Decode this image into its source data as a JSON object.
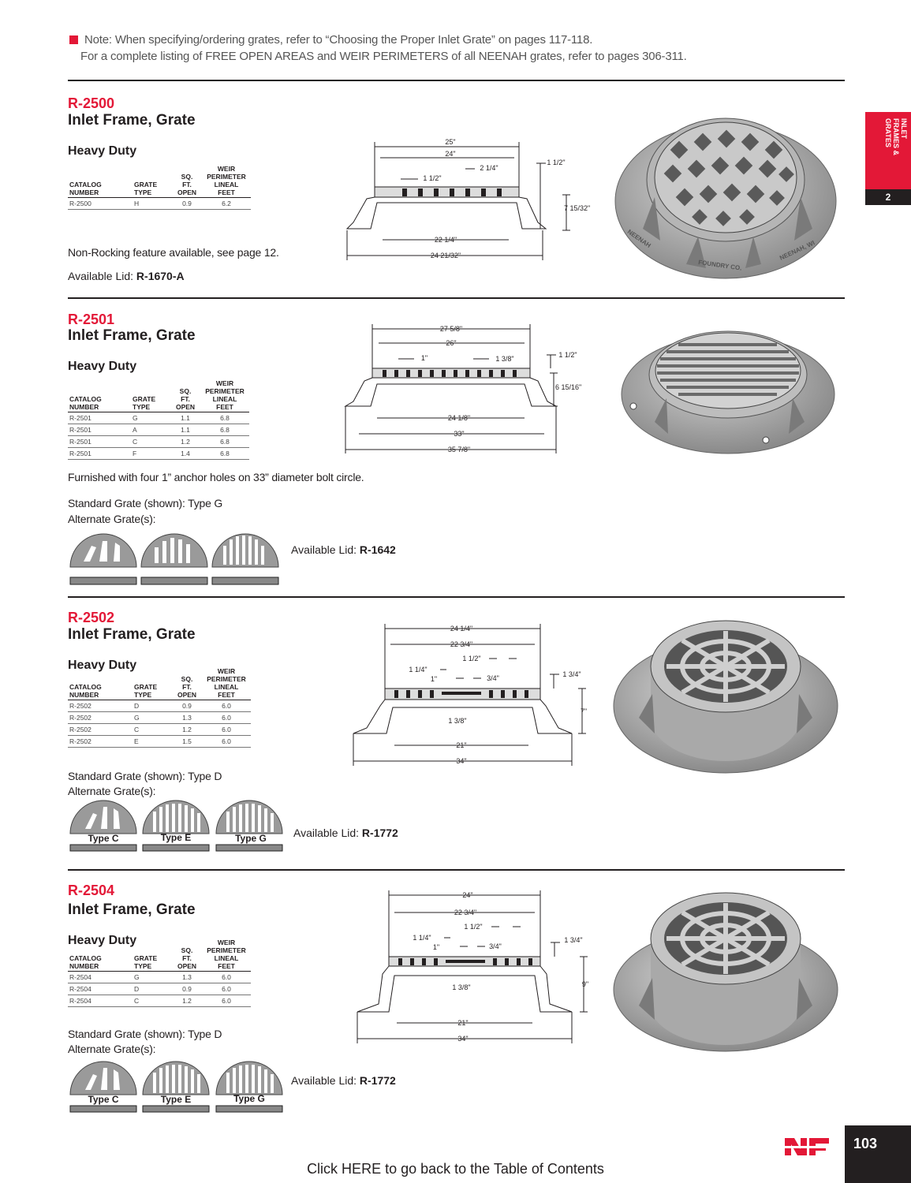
{
  "note": {
    "line1": "Note: When specifying/ordering grates, refer to “Choosing the Proper Inlet Grate” on pages 117-118.",
    "line2": "For a complete listing of FREE OPEN AREAS and WEIR PERIMETERS of all NEENAH grates, refer to pages 306-311."
  },
  "side_tab": {
    "text_l1": "INLET",
    "text_l2": "FRAMES &",
    "text_l3": "GRATES",
    "number": "2"
  },
  "table_headers": {
    "catalog_l1": "CATALOG",
    "catalog_l2": "NUMBER",
    "grate_l1": "GRATE",
    "grate_l2": "TYPE",
    "sq_l1": "SQ.",
    "sq_l2": "FT.",
    "sq_l3": "OPEN",
    "weir_l1": "WEIR",
    "weir_l2": "PERIMETER",
    "weir_l3": "LINEAL",
    "weir_l4": "FEET"
  },
  "sections": [
    {
      "code": "R-2500",
      "title": "Inlet Frame, Grate",
      "duty": "Heavy Duty",
      "rows": [
        [
          "R-2500",
          "H",
          "0.9",
          "6.2"
        ]
      ],
      "note1": "Non-Rocking feature available, see page 12.",
      "lid_label": "Available Lid:",
      "lid_value": "R-1670-A",
      "dims": {
        "top1": "25\"",
        "top2": "24\"",
        "a": "1 1/2\"",
        "b": "2 1/4\"",
        "c": "1 1/2\"",
        "h": "7 15/32\"",
        "bot1": "22 1/4\"",
        "bot2": "24 21/32\""
      },
      "casting1": "NEENAH",
      "casting2": "FOUNDRY CO.",
      "casting3": "NEENAH, WI"
    },
    {
      "code": "R-2501",
      "title": "Inlet Frame, Grate",
      "duty": "Heavy Duty",
      "rows": [
        [
          "R-2501",
          "G",
          "1.1",
          "6.8"
        ],
        [
          "R-2501",
          "A",
          "1.1",
          "6.8"
        ],
        [
          "R-2501",
          "C",
          "1.2",
          "6.8"
        ],
        [
          "R-2501",
          "F",
          "1.4",
          "6.8"
        ]
      ],
      "note1": "Furnished with four 1” anchor holes on 33” diameter bolt circle.",
      "std_grate": "Standard Grate (shown): Type G",
      "alt_grate": "Alternate Grate(s):",
      "lid_label": "Available Lid:",
      "lid_value": "R-1642",
      "dims": {
        "top1": "27 5/8\"",
        "top2": "26\"",
        "a": "1\"",
        "b": "1 3/8\"",
        "c": "1 1/2\"",
        "h": "6 15/16\"",
        "bot1": "24 1/8\"",
        "bot2": "33\"",
        "bot3": "35 7/8\""
      }
    },
    {
      "code": "R-2502",
      "title": "Inlet Frame, Grate",
      "duty": "Heavy Duty",
      "rows": [
        [
          "R-2502",
          "D",
          "0.9",
          "6.0"
        ],
        [
          "R-2502",
          "G",
          "1.3",
          "6.0"
        ],
        [
          "R-2502",
          "C",
          "1.2",
          "6.0"
        ],
        [
          "R-2502",
          "E",
          "1.5",
          "6.0"
        ]
      ],
      "std_grate": "Standard Grate (shown): Type D",
      "alt_grate": "Alternate Grate(s):",
      "alt_types": [
        "Type C",
        "Type E",
        "Type G"
      ],
      "lid_label": "Available Lid:",
      "lid_value": "R-1772",
      "dims": {
        "top1": "24 1/4\"",
        "top2": "22 3/4\"",
        "a": "1 1/2\"",
        "b": "1 1/4\"",
        "c": "1\"",
        "d": "3/4\"",
        "e": "1 3/4\"",
        "f": "1 3/8\"",
        "h": "7\"",
        "bot1": "21\"",
        "bot2": "34\""
      }
    },
    {
      "code": "R-2504",
      "title": "Inlet Frame, Grate",
      "duty": "Heavy Duty",
      "rows": [
        [
          "R-2504",
          "G",
          "1.3",
          "6.0"
        ],
        [
          "R-2504",
          "D",
          "0.9",
          "6.0"
        ],
        [
          "R-2504",
          "C",
          "1.2",
          "6.0"
        ]
      ],
      "std_grate": "Standard Grate (shown): Type D",
      "alt_grate": "Alternate Grate(s):",
      "alt_types": [
        "Type C",
        "Type E",
        "Type G"
      ],
      "lid_label": "Available Lid:",
      "lid_value": "R-1772",
      "dims": {
        "top1": "24\"",
        "top2": "22 3/4\"",
        "a": "1 1/2\"",
        "b": "1 1/4\"",
        "c": "1\"",
        "d": "3/4\"",
        "e": "1 3/4\"",
        "f": "1 3/8\"",
        "h": "9\"",
        "bot1": "21\"",
        "bot2": "34\""
      }
    }
  ],
  "page_number": "103",
  "footer_link": "Click HERE to go back to the Table of Contents",
  "colors": {
    "accent": "#e31837",
    "dark": "#231f20",
    "metal": "#9a9a9a"
  }
}
